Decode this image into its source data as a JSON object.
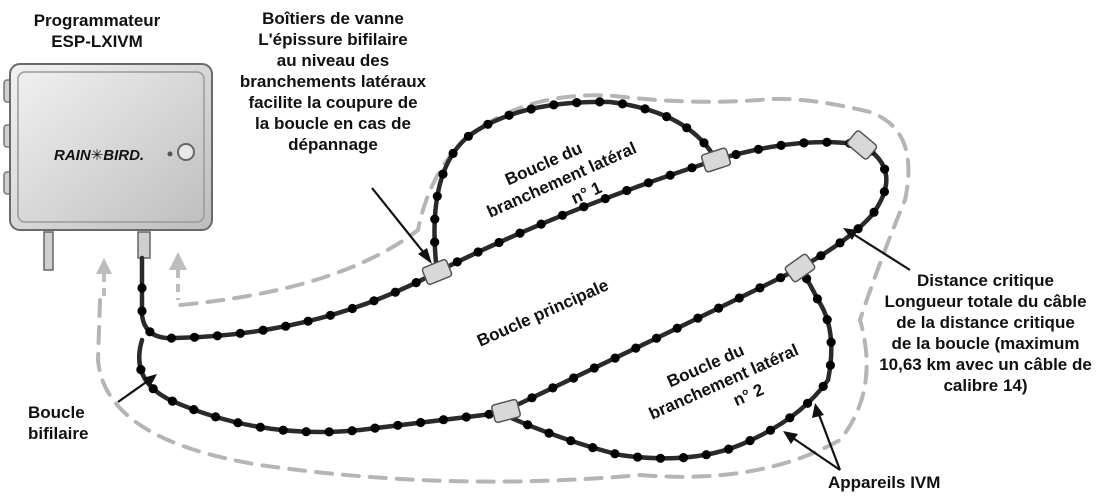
{
  "controller": {
    "title_line1": "Programmateur",
    "title_line2": "ESP-LXIVM",
    "brand": "RAIN✳BIRD."
  },
  "labels": {
    "valve_box": [
      "Boîtiers de vanne",
      "L'épissure bifilaire",
      "au niveau des",
      "branchements latéraux",
      "facilite la coupure de",
      "la boucle en cas de",
      "dépannage"
    ],
    "lateral_loop_1": [
      "Boucle du",
      "branchement latéral",
      "n° 1"
    ],
    "lateral_loop_2": [
      "Boucle du",
      "branchement latéral",
      "n° 2"
    ],
    "main_loop": "Boucle principale",
    "critical_distance": [
      "Distance critique",
      "Longueur totale du câble",
      "de la distance critique",
      "de la boucle (maximum",
      "10,63 km avec un câble de",
      "calibre 14)"
    ],
    "two_wire_loop": [
      "Boucle",
      "bifilaire"
    ],
    "ivm_devices": "Appareils IVM"
  },
  "colors": {
    "wire": "#2a2a2a",
    "device_dot": "#000000",
    "splice_box": "#d8d8d8",
    "dashed_outline": "#b5b5b5",
    "controller_body": "#e6e6e6",
    "arrow_gray": "#bdbdbd"
  }
}
